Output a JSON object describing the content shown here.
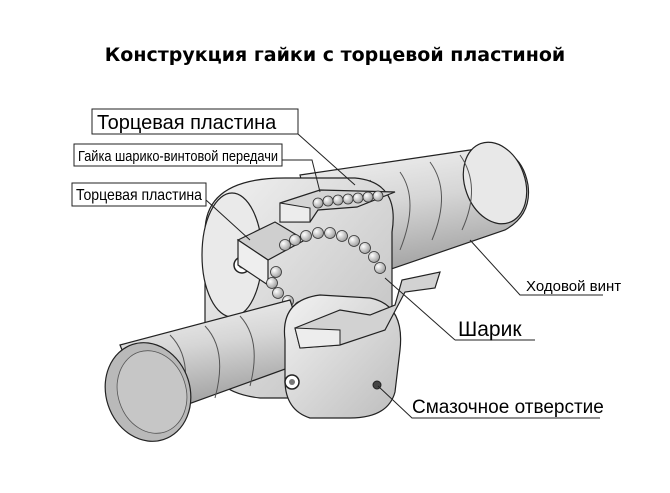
{
  "title": "Конструкция гайки с торцевой пластиной",
  "labels": {
    "end_plate_top": "Торцевая пластина",
    "ball_nut": "Гайка шарико-винтовой передачи",
    "end_plate_left": "Торцевая пластина",
    "lead_screw": "Ходовой винт",
    "ball": "Шарик",
    "lube_hole": "Смазочное отверстие"
  }
}
